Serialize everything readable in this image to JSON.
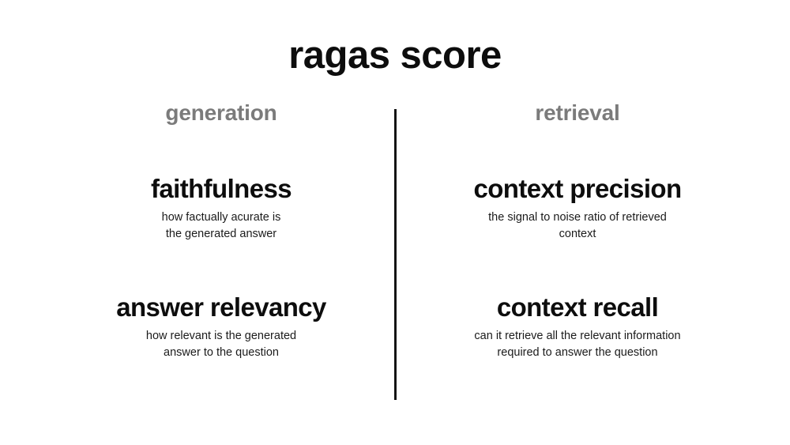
{
  "slide": {
    "title": "ragas score",
    "background_color": "#ffffff",
    "text_color": "#0d0d0d",
    "header_color": "#7b7b7b",
    "divider_color": "#141414"
  },
  "columns": [
    {
      "id": "generation",
      "header": "generation",
      "metrics": [
        {
          "name": "faithfulness",
          "description_lines": [
            "how factually acurate is",
            "the generated answer"
          ]
        },
        {
          "name": "answer relevancy",
          "description_lines": [
            "how relevant is the generated",
            "answer to the question"
          ]
        }
      ]
    },
    {
      "id": "retrieval",
      "header": "retrieval",
      "metrics": [
        {
          "name": "context precision",
          "description_lines": [
            "the signal to noise ratio of retrieved",
            "context"
          ]
        },
        {
          "name": "context recall",
          "description_lines": [
            "can it retrieve all the relevant information",
            "required to answer the question"
          ]
        }
      ]
    }
  ]
}
